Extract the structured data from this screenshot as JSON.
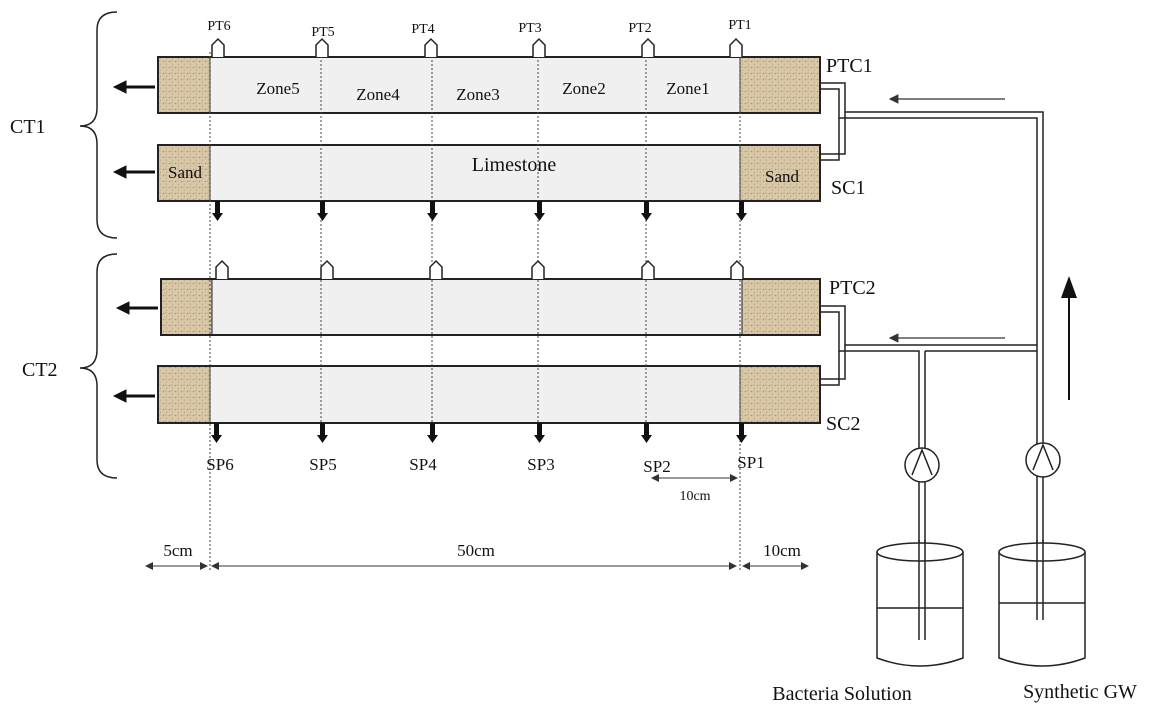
{
  "ports_top": [
    "PT6",
    "PT5",
    "PT4",
    "PT3",
    "PT2",
    "PT1"
  ],
  "ports_bottom": [
    "SP6",
    "SP5",
    "SP4",
    "SP3",
    "SP2",
    "SP1"
  ],
  "zones": [
    "Zone5",
    "Zone4",
    "Zone3",
    "Zone2",
    "Zone1"
  ],
  "materials": {
    "limestone": "Limestone",
    "sand_left": "Sand",
    "sand_right": "Sand"
  },
  "columns": {
    "ptc1": "PTC1",
    "sc1": "SC1",
    "ptc2": "PTC2",
    "sc2": "SC2"
  },
  "groups": {
    "ct1": "CT1",
    "ct2": "CT2"
  },
  "dimensions": {
    "inlet_sand": "5cm",
    "limestone_length": "50cm",
    "outlet_sand": "10cm",
    "port_spacing": "10cm"
  },
  "tanks": {
    "bacteria": "Bacteria Solution",
    "groundwater": "Synthetic GW"
  },
  "colors": {
    "sand": "#d9c9a8",
    "column_fill": "#f0f0f0",
    "line": "#222222"
  }
}
